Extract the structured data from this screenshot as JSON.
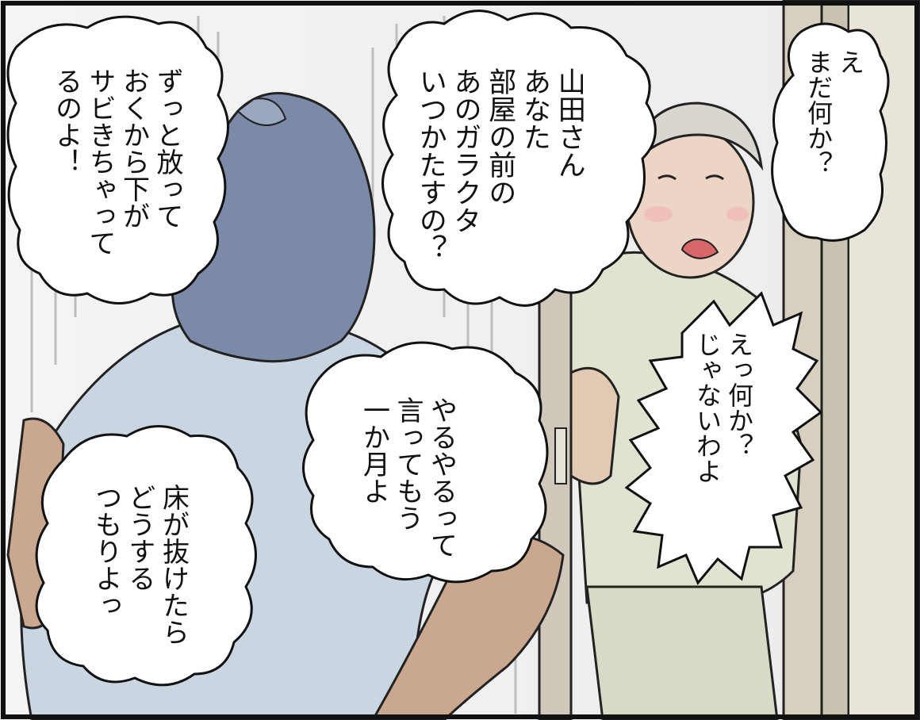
{
  "bubbles": [
    {
      "id": "eh-nanika",
      "lines": [
        "え",
        "まだ何か？"
      ]
    },
    {
      "id": "yamada",
      "lines": [
        "山田さん",
        "あなた",
        "部屋の前の",
        "あのガラクタ",
        "いつかたすの？"
      ]
    },
    {
      "id": "zutto",
      "lines": [
        "ずっと放って",
        "おくから下が",
        "サビきちゃって",
        "るのよ！"
      ]
    },
    {
      "id": "ettu",
      "lines": [
        "えっ何か？",
        "じゃないわよ"
      ]
    },
    {
      "id": "yaruyaru",
      "lines": [
        "やるやるって",
        "言ってもう",
        "一か月よ"
      ]
    },
    {
      "id": "yuka",
      "lines": [
        "床が抜けたら",
        "どうする",
        "つもりよっ"
      ]
    }
  ],
  "colors": {
    "woman_hair": "#7b8aa6",
    "woman_dress": "#c9d6e2",
    "man_shirt": "#dfe3cf",
    "skin": "#e2c9b4",
    "door": "#d9d2c5",
    "ink": "#111111"
  }
}
